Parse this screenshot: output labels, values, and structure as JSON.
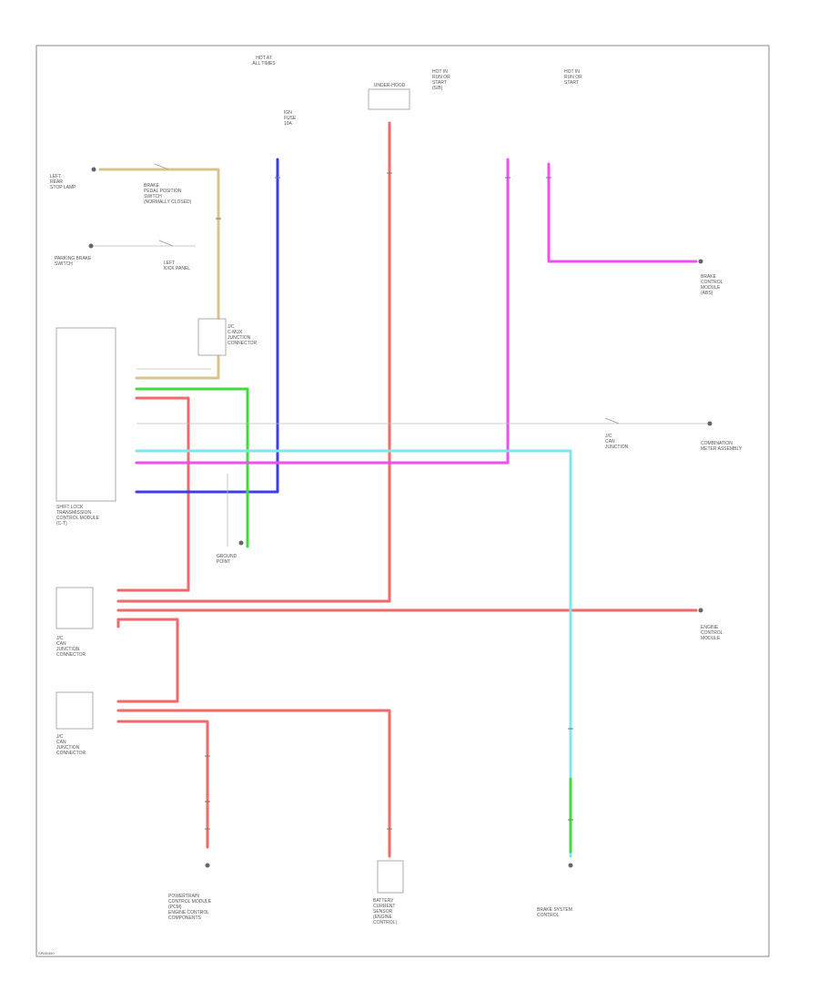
{
  "diagram": {
    "bottom_code": "SPM0450"
  },
  "colors": {
    "red": "#f06a6a",
    "blue": "#3d3df0",
    "green": "#3fdb3f",
    "magenta": "#ef4fef",
    "cyan": "#7fe5ef",
    "tan": "#d8c48a",
    "gray": "#bbbbbb"
  },
  "labels": {
    "top_fuse": "HOT AT\nALL TIMES",
    "ig_fuse": "IGN\nFUSE\n10A",
    "underhood_box": "UNDER-HOOD",
    "hot_run": "HOT IN\nRUN OR\nSTART\n(S/B)",
    "hot_run2": "HOT IN\nRUN OR\nSTART",
    "brake_switch_left": "LEFT\nREAR\nSTOP LAMP",
    "brake_switch_left2": "BRAKE\nPEDAL POSITION\nSWITCH\n(NORMALLY CLOSED)",
    "parking_switch": "PARKING BRAKE\nSWITCH",
    "left_ground": "LEFT\nKICK PANEL",
    "right_hot": "HOT IN\nRUN OR\nSTART\n(S/B)",
    "junction_conn": "J/C\nC-MUX\nJUNCTION\nCONNECTOR",
    "tcm_title": "SHIFT LOCK\nTRANSMISSION\nCONTROL MODULE\n(C-T)",
    "ground_point": "GROUND\nPOINT",
    "jc_left": "J/C\nCAN\nJUNCTION\nCONNECTOR",
    "jc_left2": "J/C\nCAN\nJUNCTION\nCONNECTOR",
    "right_combination": "COMBINATION\nMETER ASSEMBLY",
    "right_brake_sensor": "BRAKE\nCONTROL\nMODULE\n(ABS)",
    "right_mid_jc": "J/C\nCAN\nJUNCTION",
    "engine_control": "ENGINE\nCONTROL\nMODULE",
    "bottom_left": "POWERTRAIN\nCONTROL MODULE\n(PCM)\nENGINE CONTROL\nCOMPONENTS",
    "bottom_mid": "BATTERY\nCURRENT\nSENSOR\n(ENGINE\nCONTROL)",
    "bottom_right": "BRAKE SYSTEM\nCONTROL"
  }
}
